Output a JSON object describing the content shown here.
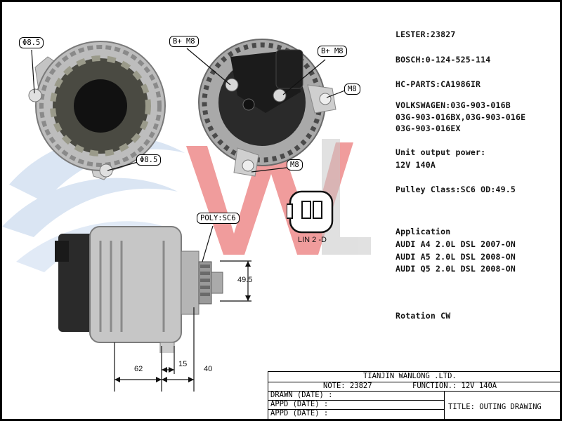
{
  "spec": {
    "lester": "LESTER:23827",
    "bosch": "BOSCH:0-124-525-114",
    "hc_parts": "HC-PARTS:CA1986IR",
    "vw_line1": "VOLKSWAGEN:03G-903-016B",
    "vw_line2": "03G-903-016BX,03G-903-016E",
    "vw_line3": "03G-903-016EX",
    "power_label": "Unit  output  power:",
    "power_value": "12V 140A",
    "pulley": "Pulley Class:SC6  OD:49.5",
    "application_title": "Application",
    "apps": [
      "AUDI A4 2.0L DSL 2007-ON",
      "AUDI A5 2.0L DSL 2008-ON",
      "AUDI Q5 2.0L DSL 2008-ON"
    ],
    "rotation": "Rotation CW"
  },
  "callouts": {
    "phi_top": "Φ8.5",
    "phi_bottom": "Φ8.5",
    "bplus_left": "B+ M8",
    "bplus_right": "B+ M8",
    "m8_right": "M8",
    "m8_bottom": "M8",
    "poly": "POLY:SC6"
  },
  "connector": {
    "label": "LIN 2 -D"
  },
  "dimensions": {
    "pulley_od": "49.5",
    "d62": "62",
    "d15": "15",
    "d40": "40"
  },
  "title_block": {
    "company": "TIANJIN WANLONG .LTD.",
    "note": "NOTE: 23827",
    "function": "FUNCTION.: 12V 140A",
    "drawn": "DRAWN  (DATE)  :",
    "appd1": "APPD  (DATE) :",
    "appd2": "APPD  (DATE)  :",
    "title": "TITLE: OUTING DRAWING"
  },
  "colors": {
    "watermark_red": "#e65a5a",
    "watermark_gray": "#c8c8c8",
    "watermark_blue": "#bcd0ea"
  }
}
